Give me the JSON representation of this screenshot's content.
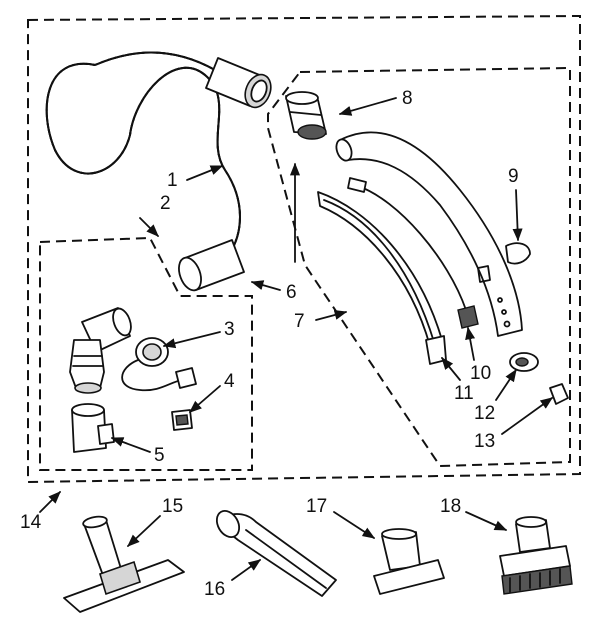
{
  "callouts": [
    {
      "id": "1",
      "label": "1"
    },
    {
      "id": "2",
      "label": "2"
    },
    {
      "id": "3",
      "label": "3"
    },
    {
      "id": "4",
      "label": "4"
    },
    {
      "id": "5",
      "label": "5"
    },
    {
      "id": "6",
      "label": "6"
    },
    {
      "id": "7",
      "label": "7"
    },
    {
      "id": "8",
      "label": "8"
    },
    {
      "id": "9",
      "label": "9"
    },
    {
      "id": "10",
      "label": "10"
    },
    {
      "id": "11",
      "label": "11"
    },
    {
      "id": "12",
      "label": "12"
    },
    {
      "id": "13",
      "label": "13"
    },
    {
      "id": "14",
      "label": "14"
    },
    {
      "id": "15",
      "label": "15"
    },
    {
      "id": "16",
      "label": "16"
    },
    {
      "id": "17",
      "label": "17"
    },
    {
      "id": "18",
      "label": "18"
    }
  ],
  "colors": {
    "line": "#111111",
    "background": "#ffffff"
  }
}
